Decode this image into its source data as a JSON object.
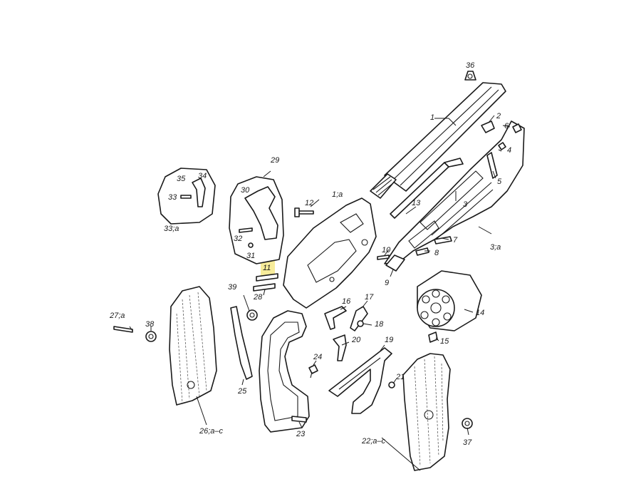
{
  "labels": {
    "l1": "1",
    "l1a": "1;a",
    "l2": "2",
    "l3": "3",
    "l3a": "3;a",
    "l4": "4",
    "l5": "5",
    "l6": "6",
    "l7": "7",
    "l8": "8",
    "l9": "9",
    "l10": "10",
    "l11": "11",
    "l12": "12",
    "l13": "13",
    "l14": "14",
    "l15": "15",
    "l16": "16",
    "l17": "17",
    "l18": "18",
    "l19": "19",
    "l20": "20",
    "l21": "21",
    "l22": "22;a–c",
    "l23": "23",
    "l24": "24",
    "l25": "25",
    "l26": "26;a–c",
    "l27": "27;a",
    "l28": "28",
    "l29": "29",
    "l30": "30",
    "l31": "31",
    "l32": "32",
    "l33": "33",
    "l33a": "33;a",
    "l34": "34",
    "l35": "35",
    "l36": "36",
    "l37": "37",
    "l38": "38",
    "l39": "39"
  },
  "highlight": {
    "part": "11",
    "color": "#f7ec9a"
  }
}
